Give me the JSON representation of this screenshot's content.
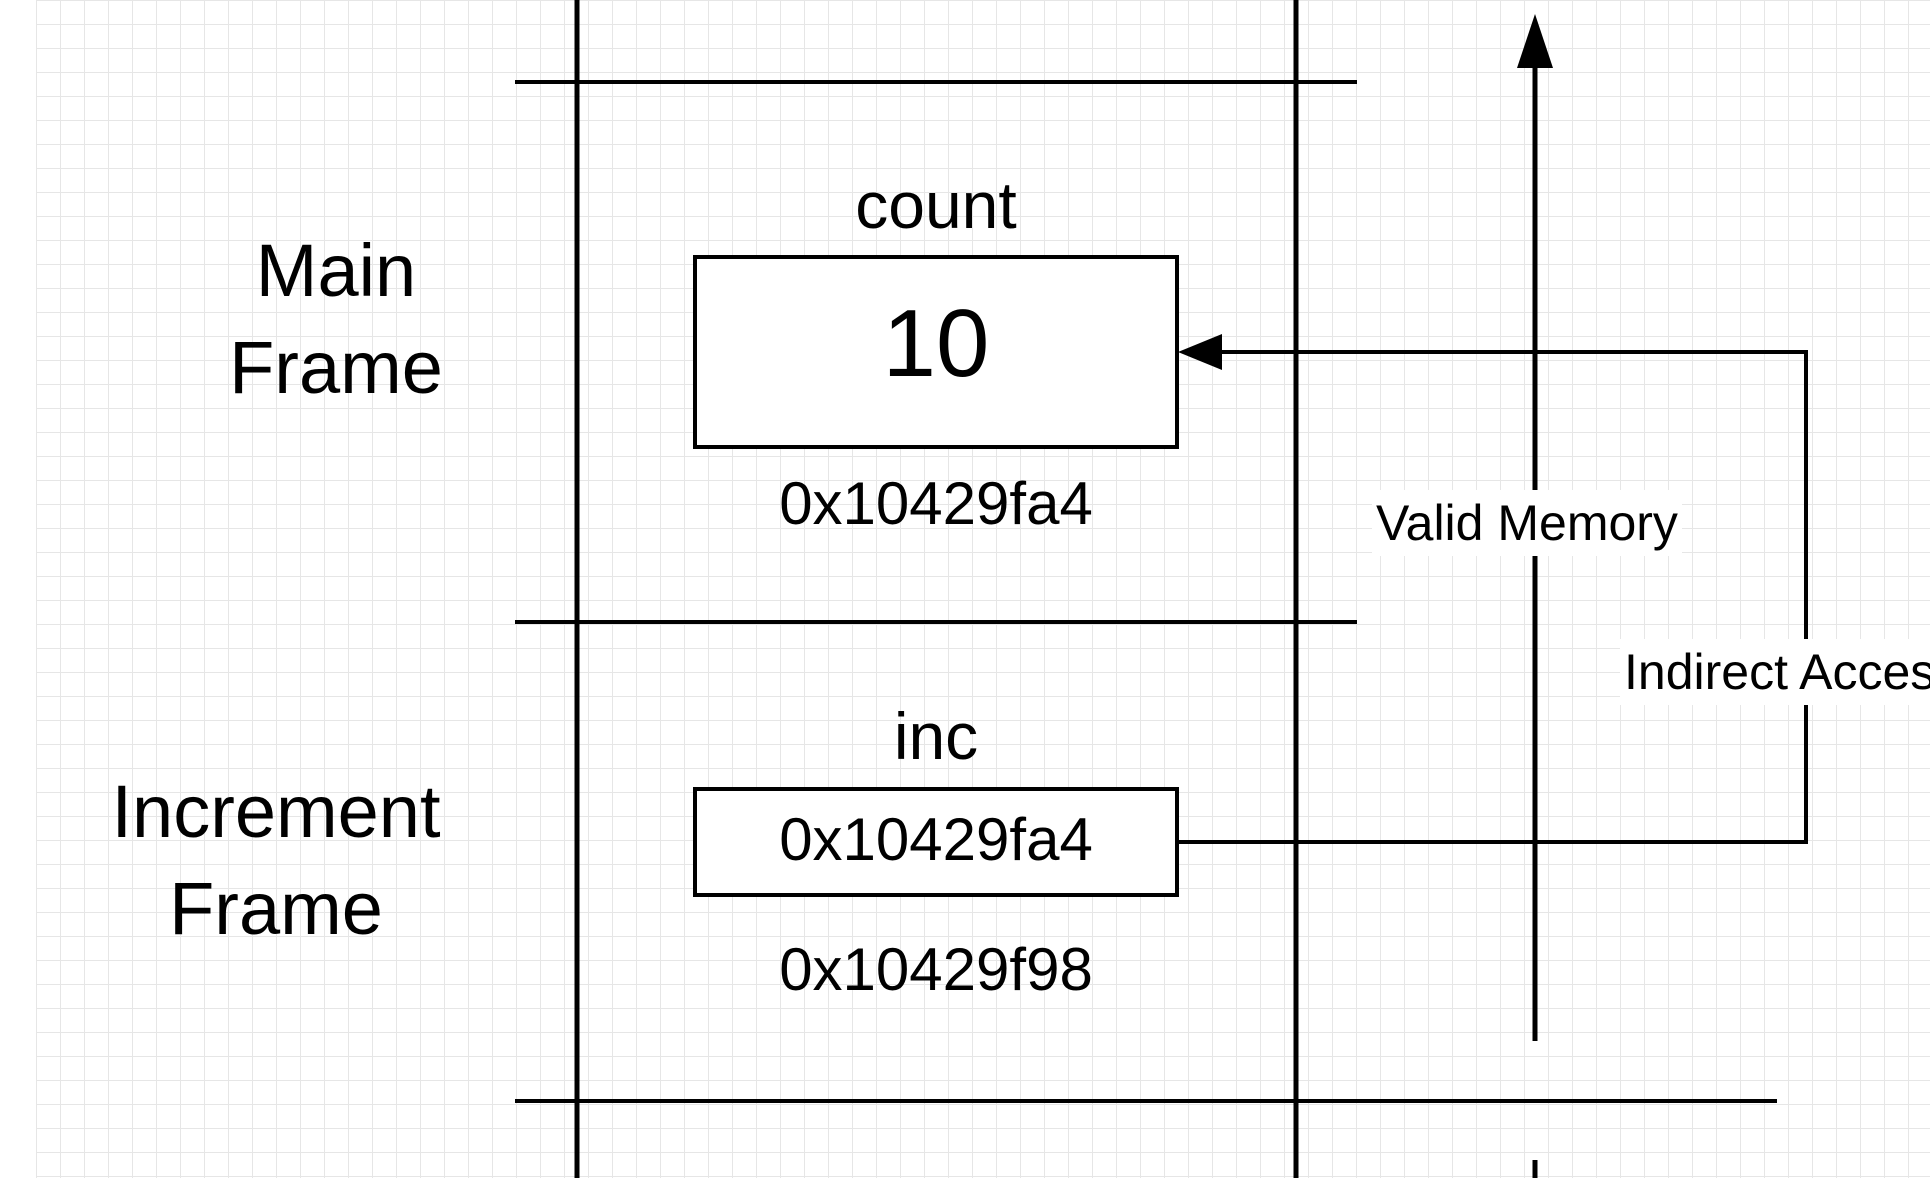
{
  "frames": [
    {
      "label_line1": "Main",
      "label_line2": "Frame",
      "variable": {
        "name": "count",
        "value": "10",
        "address": "0x10429fa4"
      }
    },
    {
      "label_line1": "Increment",
      "label_line2": "Frame",
      "variable": {
        "name": "inc",
        "value": "0x10429fa4",
        "address": "0x10429f98"
      }
    }
  ],
  "arrows": {
    "valid_memory_label": "Valid Memory",
    "indirect_access_label": "Indirect Access"
  },
  "colors": {
    "line": "#000000",
    "grid": "#e6e6e6",
    "background": "#ffffff"
  }
}
